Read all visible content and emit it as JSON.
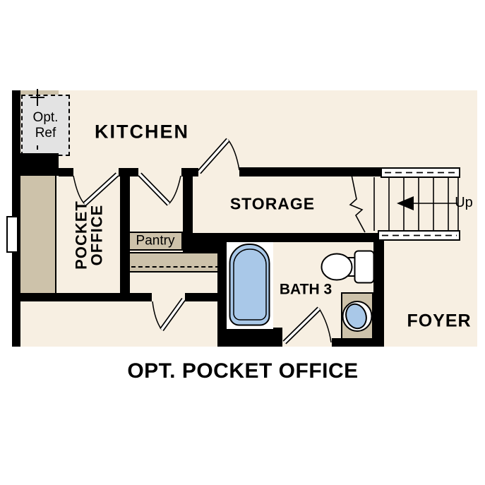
{
  "page": {
    "caption": "OPT. POCKET OFFICE"
  },
  "colors": {
    "floor": "#f7efe2",
    "wall": "#000000",
    "wood": "#cdc2aa",
    "water": "#a9c8e8",
    "appliance": "#e3e3e3",
    "paper": "#ffffff",
    "ink": "#000000"
  },
  "rooms": {
    "kitchen": {
      "label": "KITCHEN"
    },
    "pocket_office": {
      "label_line1": "POCKET",
      "label_line2": "OFFICE"
    },
    "storage": {
      "label": "STORAGE"
    },
    "pantry": {
      "label": "Pantry"
    },
    "bath": {
      "label": "BATH 3"
    },
    "foyer": {
      "label": "FOYER"
    }
  },
  "stairs": {
    "direction": "Up"
  },
  "appliances": {
    "opt_ref_line1": "Opt.",
    "opt_ref_line2": "Ref"
  }
}
